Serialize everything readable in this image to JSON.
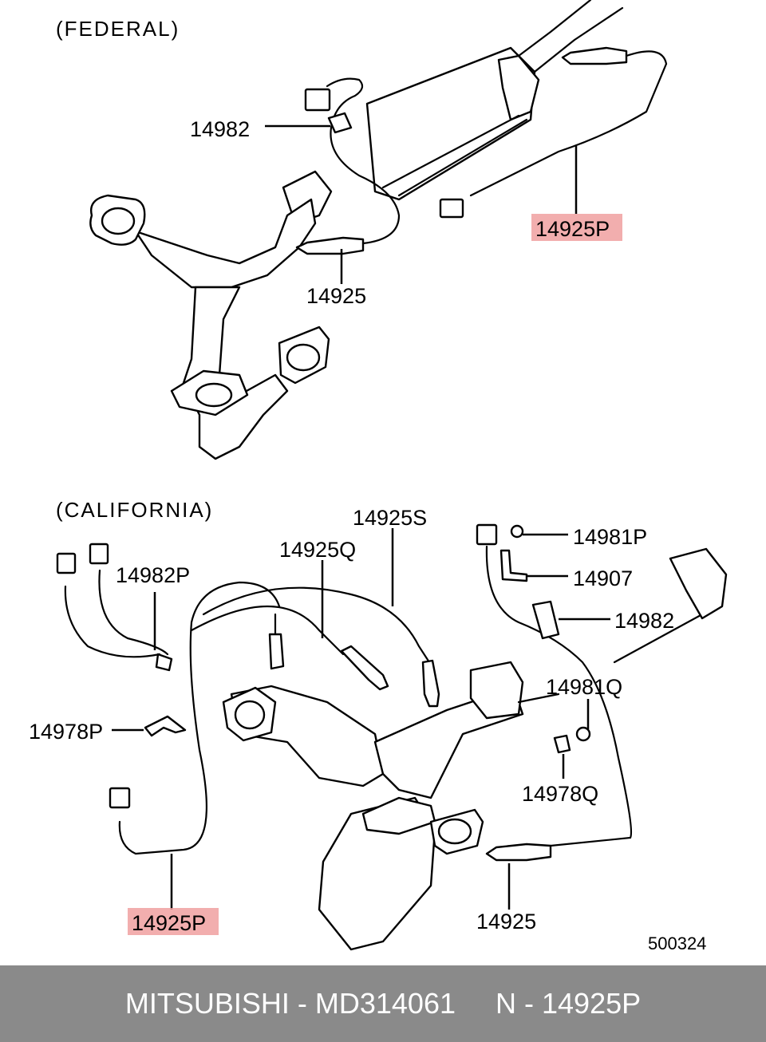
{
  "sections": {
    "federal": "(FEDERAL)",
    "california": "(CALIFORNIA)"
  },
  "federal_labels": {
    "p14982": "14982",
    "p14925p": "14925P",
    "p14925": "14925"
  },
  "california_labels": {
    "p14925s": "14925S",
    "p14925q": "14925Q",
    "p14982p": "14982P",
    "p14981p": "14981P",
    "p14907": "14907",
    "p14982": "14982",
    "p14981q": "14981Q",
    "p14978p": "14978P",
    "p14978q": "14978Q",
    "p14925p": "14925P",
    "p14925": "14925"
  },
  "diagram_code": "500324",
  "footer": {
    "text": "MITSUBISHI - MD314061     N - 14925P"
  },
  "colors": {
    "highlight": "#f0a0a0",
    "footer_bg": "#8a8a8a",
    "footer_text": "#ffffff"
  }
}
